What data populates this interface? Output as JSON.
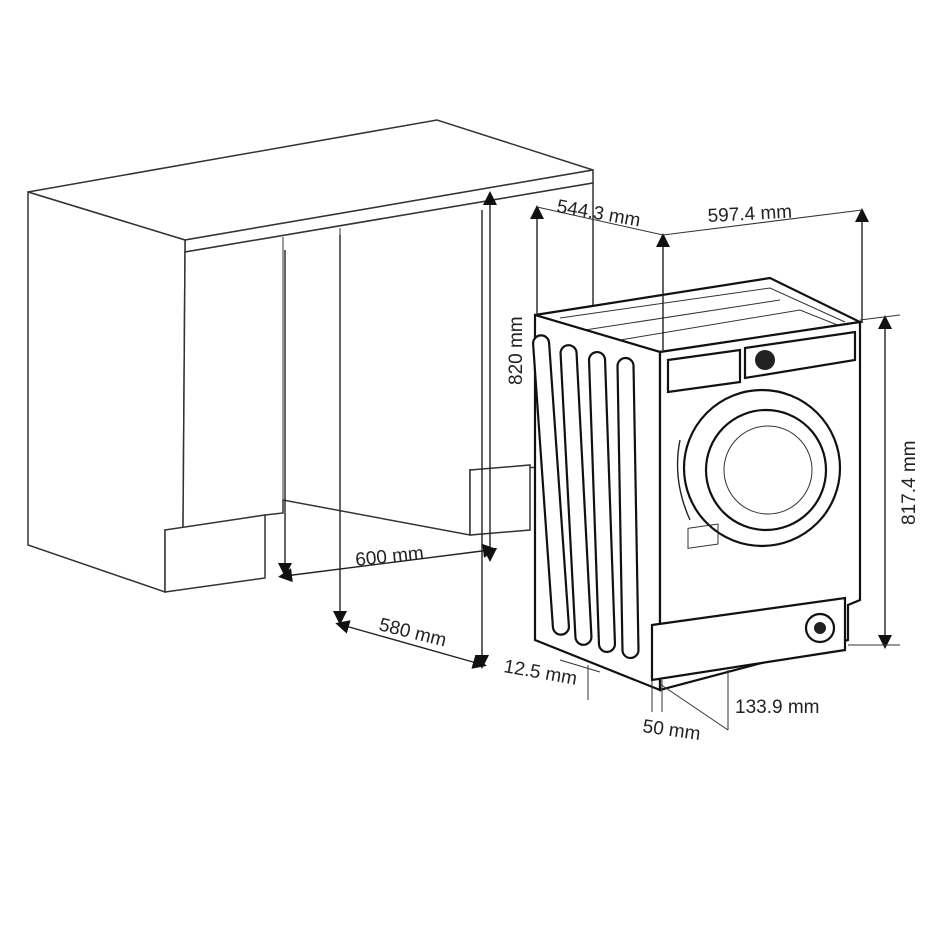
{
  "title": "Built-in washing machine installation dimensions",
  "dimensions": {
    "cabinet_height": "820 mm",
    "niche_width": "600 mm",
    "niche_depth": "580 mm",
    "machine_depth": "544.3 mm",
    "machine_width": "597.4 mm",
    "machine_height": "817.4 mm",
    "feet_clearance": "12.5 mm",
    "plinth_offset": "50 mm",
    "plinth_height": "133.9 mm"
  }
}
